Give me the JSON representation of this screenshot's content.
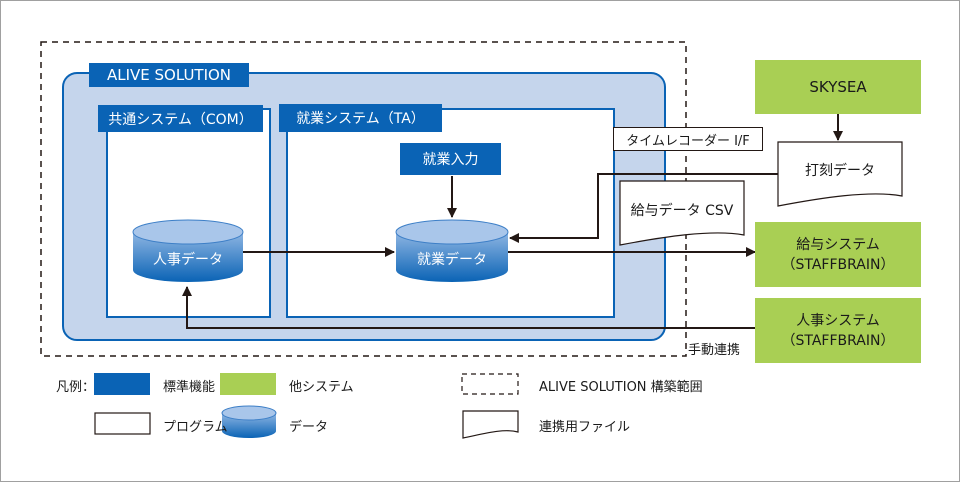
{
  "diagram": {
    "alive_solution": {
      "label": "ALIVE SOLUTION"
    },
    "common_system": {
      "label": "共通システム（COM）"
    },
    "ta_system": {
      "label": "就業システム（TA）"
    },
    "ta_input": {
      "label": "就業入力"
    },
    "hr_data": {
      "label": "人事データ"
    },
    "ta_data": {
      "label": "就業データ"
    },
    "time_recorder_if": {
      "label": "タイムレコーダー I/F"
    },
    "stamp_data": {
      "label": "打刻データ"
    },
    "payroll_csv": {
      "label": "給与データ CSV"
    },
    "skysea": {
      "label": "SKYSEA"
    },
    "payroll_system": {
      "line1": "給与システム",
      "line2": "（STAFFBRAIN）"
    },
    "hr_system": {
      "line1": "人事システム",
      "line2": "（STAFFBRAIN）"
    },
    "manual_link": {
      "label": "手動連携"
    }
  },
  "legend": {
    "title": "凡例：",
    "items": [
      {
        "label": "標準機能"
      },
      {
        "label": "他システム"
      },
      {
        "label": "ALIVE SOLUTION 構築範囲"
      },
      {
        "label": "プログラム"
      },
      {
        "label": "データ"
      },
      {
        "label": "連携用ファイル"
      }
    ]
  },
  "colors": {
    "standard_function": "#0a63b5",
    "other_system": "#a9cf54",
    "alive_area": "#c5d5ec",
    "arrow": "#231815"
  }
}
